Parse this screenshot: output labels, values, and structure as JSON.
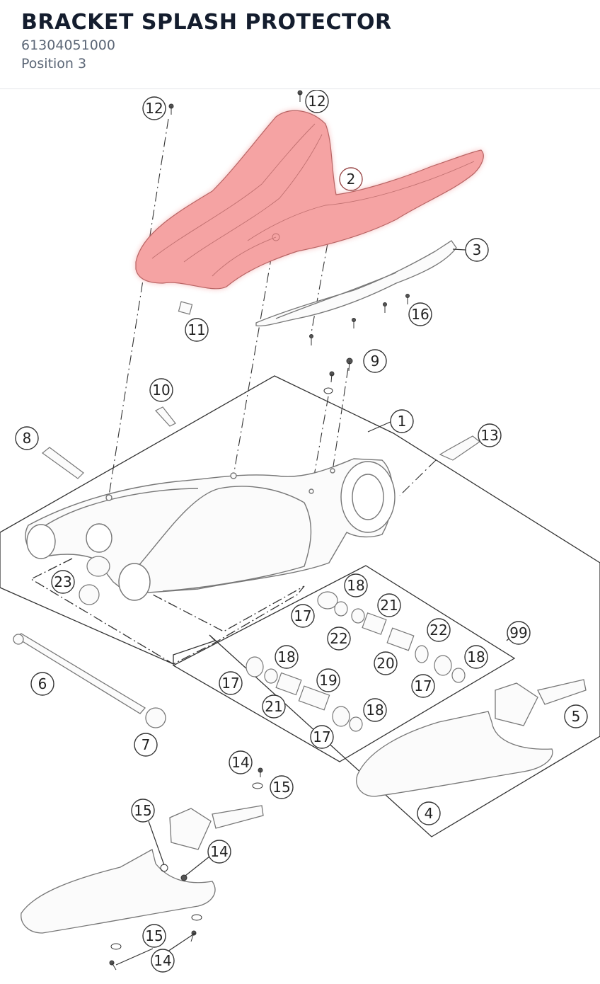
{
  "header": {
    "title": "BRACKET SPLASH PROTECTOR",
    "part_number": "61304051000",
    "position": "Position 3"
  },
  "highlight_color": "#f07c7c",
  "callouts": [
    "1",
    "2",
    "3",
    "4",
    "5",
    "6",
    "7",
    "8",
    "9",
    "10",
    "11",
    "12",
    "12",
    "13",
    "14",
    "14",
    "14",
    "15",
    "15",
    "15",
    "16",
    "17",
    "17",
    "17",
    "17",
    "18",
    "18",
    "18",
    "18",
    "19",
    "20",
    "21",
    "21",
    "22",
    "22",
    "23",
    "99"
  ],
  "highlighted_callout": "2"
}
